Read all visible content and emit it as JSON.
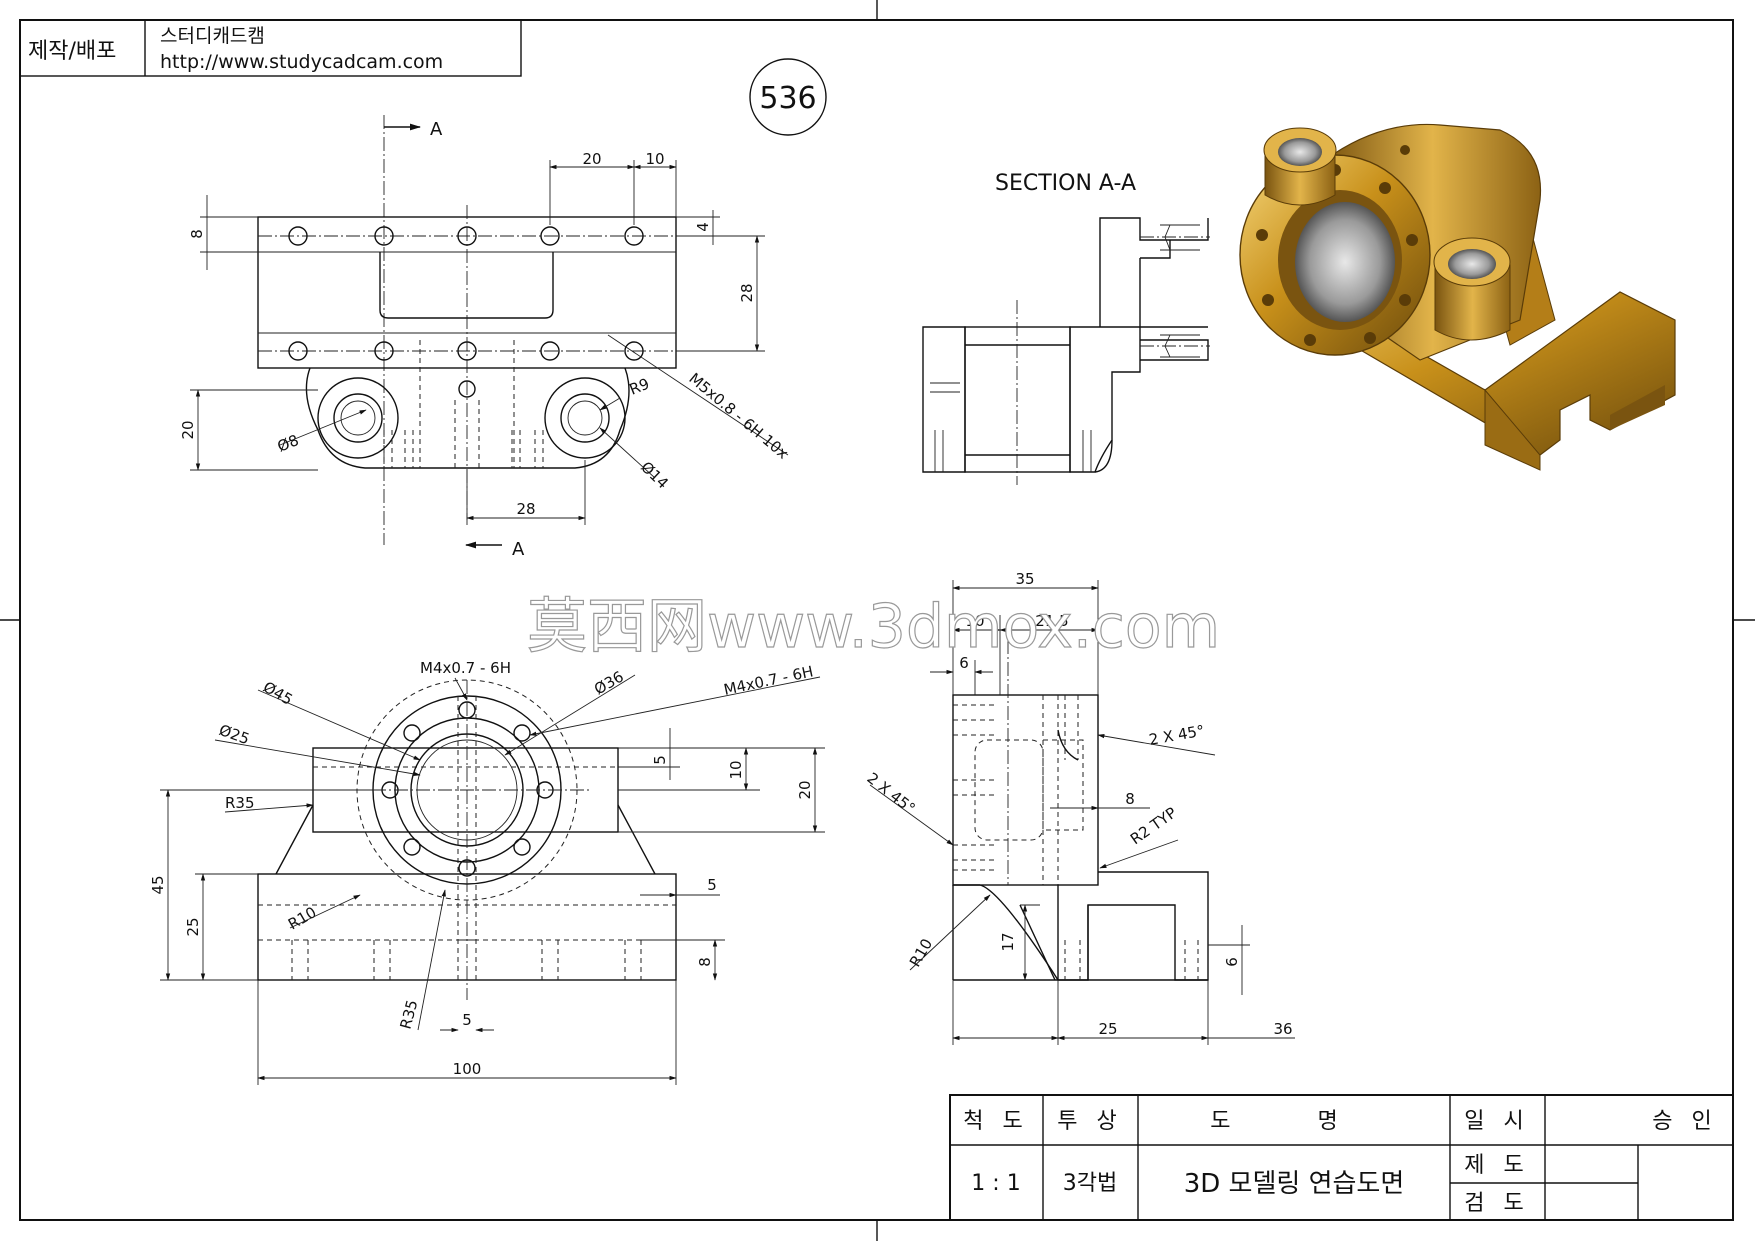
{
  "header": {
    "label": "제작/배포",
    "author": "스터디캐드캠",
    "url": "http://www.studycadcam.com"
  },
  "drawing_number": "536",
  "watermark": "莫西网www.3dmox.com",
  "top_view": {
    "section_marker": "A",
    "dims": {
      "d20": "20",
      "d10": "10",
      "d8": "8",
      "d4": "4",
      "d28_v": "28",
      "d20_v": "20",
      "phi8": "Ø8",
      "r9": "R9",
      "phi14": "Ø14",
      "thread": "M5x0.8 - 6H 10x",
      "d28_h": "28"
    }
  },
  "section_view": {
    "title": "SECTION A-A"
  },
  "front_view": {
    "dims": {
      "thread_top": "M4x0.7 - 6H",
      "thread_side": "M4x0.7 - 6H",
      "phi45": "Ø45",
      "phi36": "Ø36",
      "phi25": "Ø25",
      "r35_top": "R35",
      "d5_top": "5",
      "d10": "10",
      "d20": "20",
      "d45": "45",
      "d25": "25",
      "r10": "R10",
      "d5_mid": "5",
      "d8": "8",
      "r35_bottom": "R35",
      "d5_bottom": "5",
      "d100": "100"
    }
  },
  "side_view": {
    "dims": {
      "d35": "35",
      "d10": "10",
      "d21_5": "21.5",
      "d6": "6",
      "chamfer_right": "2 X 45°",
      "chamfer_left": "2 X 45°",
      "d8": "8",
      "r2": "R2 TYP",
      "r10": "R10",
      "d17": "17",
      "d6_bottom": "6",
      "d25": "25",
      "d36": "36"
    }
  },
  "title_block": {
    "scale_label": "척 도",
    "projection_label": "투 상",
    "name_label": "도 명",
    "date_label": "일 시",
    "approve_label": "승 인",
    "scale_value": "1 : 1",
    "projection_value": "3각법",
    "drawing_name": "3D 모델링 연습도면",
    "drawn_label": "제 도",
    "checked_label": "검 도"
  },
  "colors": {
    "line": "#111111",
    "part_gold": "#c8901a",
    "part_dark": "#6b4a0c",
    "part_light": "#f4d27a"
  }
}
